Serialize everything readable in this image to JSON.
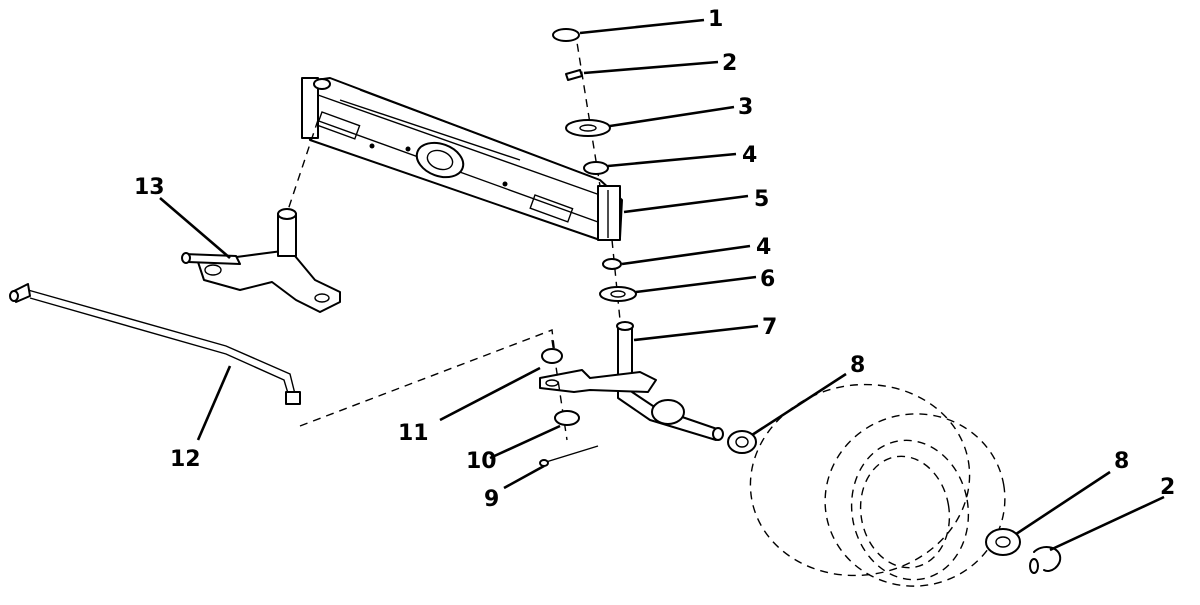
{
  "callouts": {
    "c1": "1",
    "c2": "2",
    "c3": "3",
    "c4a": "4",
    "c5": "5",
    "c4b": "4",
    "c6": "6",
    "c7": "7",
    "c8a": "8",
    "c8b": "8",
    "c2b": "2",
    "c9": "9",
    "c10": "10",
    "c11": "11",
    "c12": "12",
    "c13": "13"
  }
}
